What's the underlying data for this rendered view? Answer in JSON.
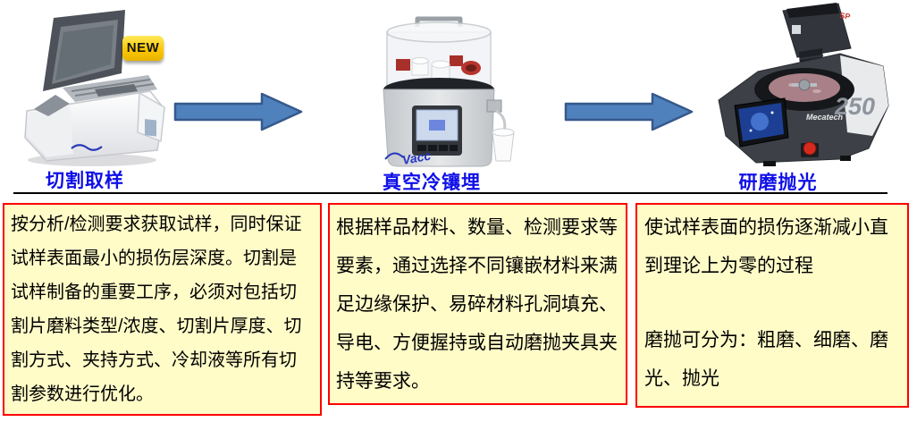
{
  "colors": {
    "stage_label_blue": "#0F0FE8",
    "box_border_red": "#FF0000",
    "box_background_yellow": "#FFFCC8",
    "arrow_fill_blue": "#4F81BD",
    "arrow_stroke_blue": "#36598C",
    "new_badge_yellow": "#FCC800",
    "divider_black": "#000000"
  },
  "stages": [
    {
      "label": "切割取样",
      "badge": "NEW",
      "image": "cutting-machine-photo",
      "description": "按分析/检测要求获取试样，同时保证试样表面最小的损伤层深度。切割是试样制备的重要工序，必须对包括切割片磨料类型/浓度、切割片厚度、切割方式、夹持方式、冷却液等所有切割参数进行优化。"
    },
    {
      "label": "真空冷镶埋",
      "image": "vacuum-cold-mounting-machine-photo",
      "logo_text": "Vacc",
      "description": "根据样品材料、数量、检测要求等要素，通过选择不同镶嵌材料来满足边缘保护、易碎材料孔洞填充、导电、方便握持或自动磨抛夹具夹持等要求。"
    },
    {
      "label": "研磨抛光",
      "image": "grinding-polishing-machine-photo",
      "machine_brand": "Mecatech",
      "machine_model": "250",
      "machine_head_label": "SP",
      "description_p1": "使试样表面的损伤逐渐减小直到理论上为零的过程",
      "description_p2": "磨抛可分为：粗磨、细磨、磨光、抛光"
    }
  ]
}
